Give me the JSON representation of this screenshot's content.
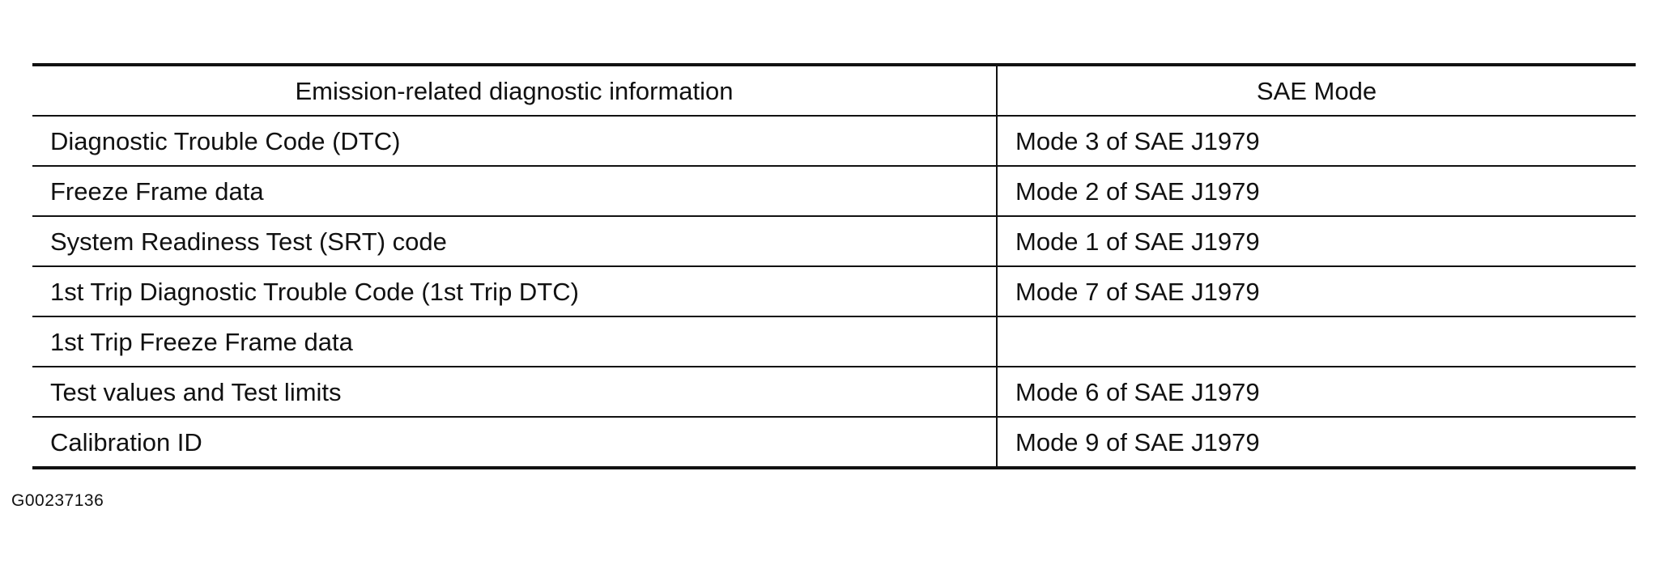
{
  "table": {
    "headers": [
      "Emission-related diagnostic information",
      "SAE Mode"
    ],
    "rows": [
      [
        "Diagnostic Trouble Code (DTC)",
        "Mode 3 of SAE J1979"
      ],
      [
        "Freeze Frame data",
        "Mode 2 of SAE J1979"
      ],
      [
        "System Readiness Test (SRT) code",
        "Mode 1 of SAE J1979"
      ],
      [
        "1st Trip Diagnostic Trouble Code (1st Trip DTC)",
        "Mode 7 of SAE J1979"
      ],
      [
        "1st Trip Freeze Frame data",
        ""
      ],
      [
        "Test values and Test limits",
        "Mode 6 of SAE J1979"
      ],
      [
        "Calibration ID",
        "Mode 9 of SAE J1979"
      ]
    ]
  },
  "figure_id": "G00237136"
}
